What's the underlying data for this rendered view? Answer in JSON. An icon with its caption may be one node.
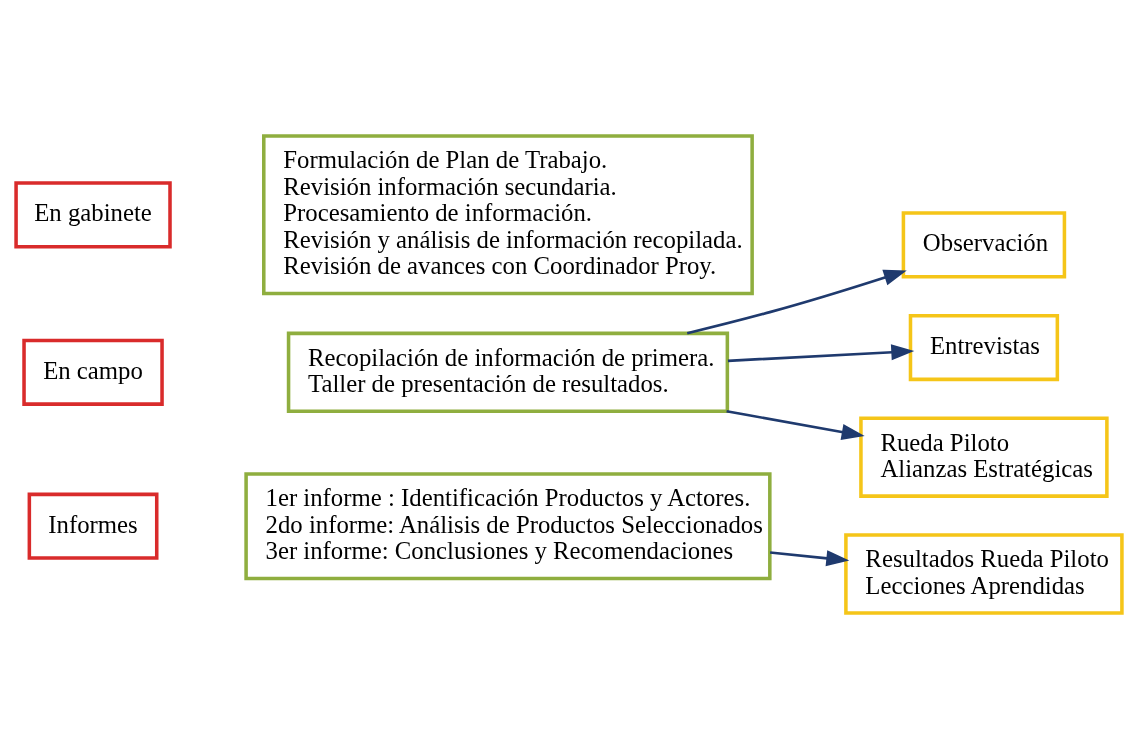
{
  "diagram": {
    "nodes": [
      {
        "text": [
          "En gabinete"
        ]
      },
      {
        "text": [
          "Formulación de Plan de Trabajo.",
          "Revisión información secundaria.",
          "Procesamiento de información.",
          "Revisión y análisis de información recopilada.",
          "Revisión de avances con Coordinador Proy."
        ]
      },
      {
        "text": [
          "En campo"
        ]
      },
      {
        "text": [
          "Recopilación de información de primera.",
          "Taller de presentación de resultados."
        ]
      },
      {
        "text": [
          "Observación"
        ]
      },
      {
        "text": [
          "Entrevistas"
        ]
      },
      {
        "text": [
          "Rueda Piloto Alianzas Estratégicas"
        ]
      },
      {
        "text": [
          "Informes"
        ]
      },
      {
        "text": [
          "1er informe : Identificación Productos y Actores.",
          "2do informe: Análisis de Productos Seleccionados",
          "3er informe: Conclusiones y Recomendaciones"
        ]
      },
      {
        "text": [
          "Resultados Rueda Piloto",
          "Lecciones Aprendidas"
        ]
      }
    ],
    "edges": [
      {
        "from": 3,
        "to": 4,
        "arrow": "to"
      },
      {
        "from": 3,
        "to": 5,
        "arrow": "to"
      },
      {
        "from": 3,
        "to": 6,
        "arrow": "to"
      },
      {
        "from": 8,
        "to": 9,
        "arrow": "to"
      }
    ]
  }
}
